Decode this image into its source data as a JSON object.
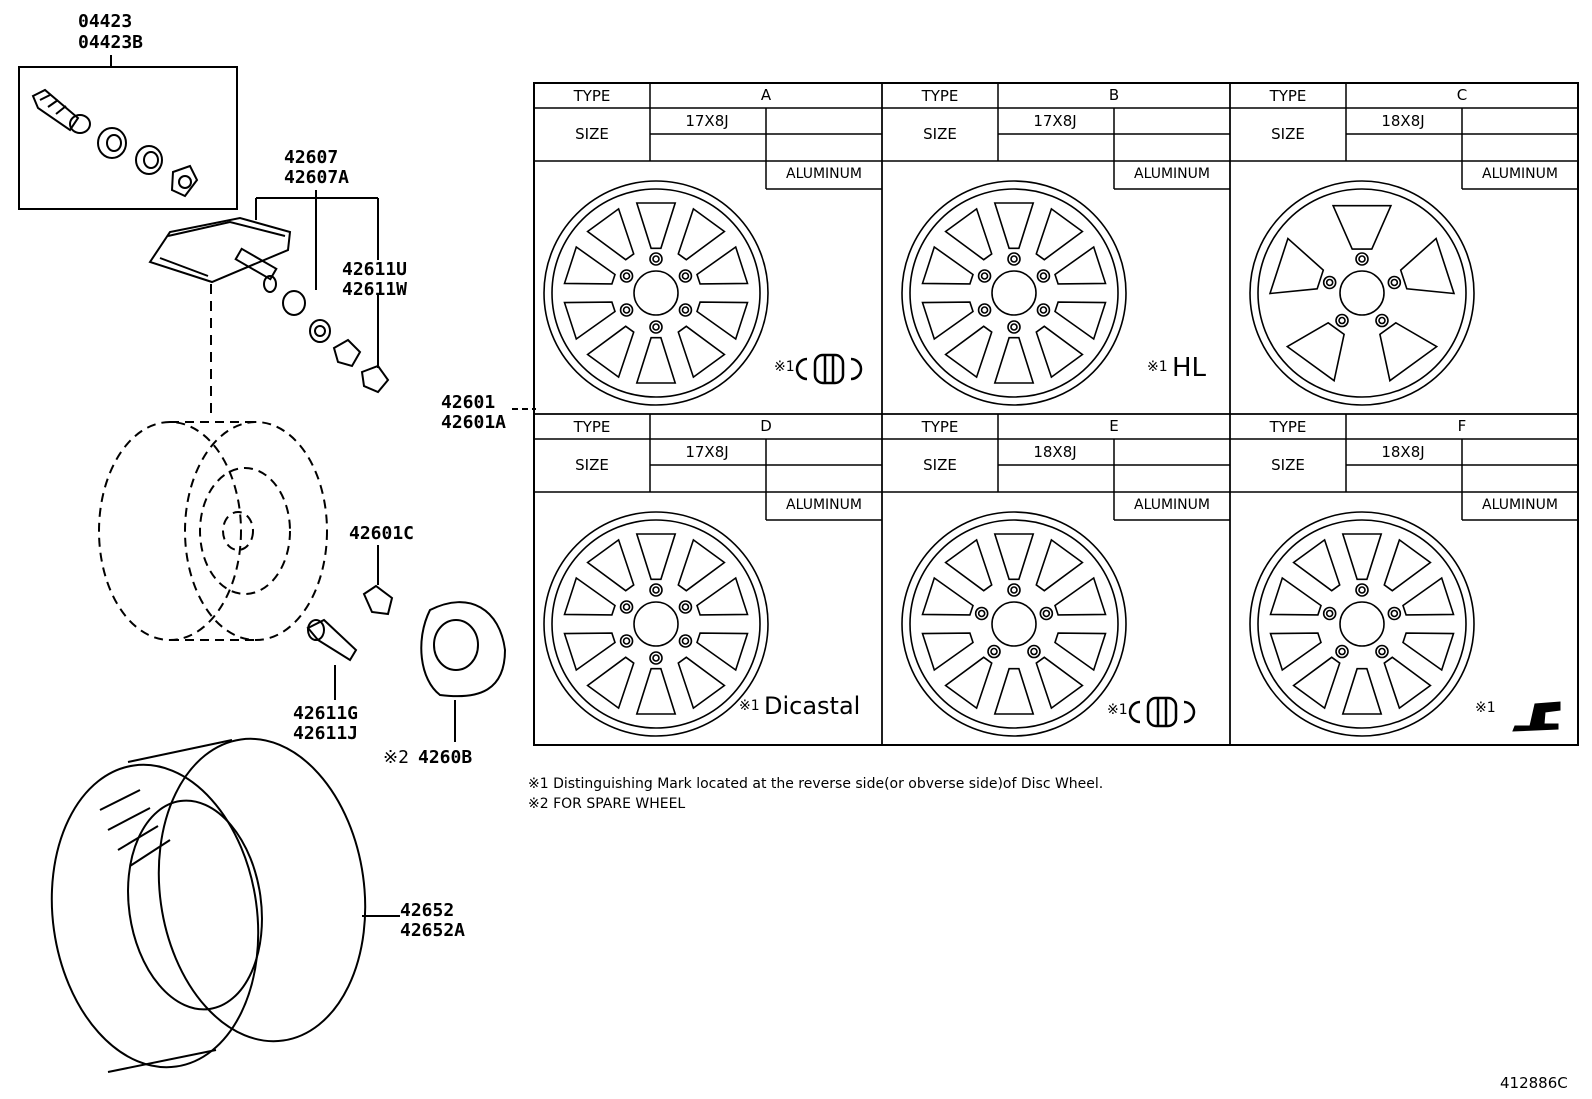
{
  "parts": {
    "valve_kit": [
      "04423",
      "04423B"
    ],
    "sensor": [
      "42607",
      "42607A"
    ],
    "valve_core": [
      "42611U",
      "42611W"
    ],
    "wheel": [
      "42601",
      "42601A"
    ],
    "nut": [
      "42601C"
    ],
    "valve_stem": [
      "42611G",
      "42611J"
    ],
    "spare_ref_mark": "※2",
    "spare_part": "4260B",
    "tire": [
      "42652",
      "42652A"
    ]
  },
  "table": {
    "type_label": "TYPE",
    "size_label": "SIZE",
    "material": "ALUMINUM",
    "wheels": [
      {
        "type": "A",
        "size": "17X8J",
        "mark_ref": "※1",
        "mark": "tpms-logo"
      },
      {
        "type": "B",
        "size": "17X8J",
        "mark_ref": "※1",
        "mark": "HL"
      },
      {
        "type": "C",
        "size": "18X8J",
        "mark_ref": "",
        "mark": ""
      },
      {
        "type": "D",
        "size": "17X8J",
        "mark_ref": "※1",
        "mark": "Dicastal"
      },
      {
        "type": "E",
        "size": "18X8J",
        "mark_ref": "※1",
        "mark": "tpms-logo"
      },
      {
        "type": "F",
        "size": "18X8J",
        "mark_ref": "※1",
        "mark": "maker-logo"
      }
    ]
  },
  "notes": {
    "note1": "※1 Distinguishing Mark located at the reverse side(or obverse side)of Disc Wheel.",
    "note2": "※2 FOR SPARE WHEEL"
  },
  "figure_id": "412886C"
}
